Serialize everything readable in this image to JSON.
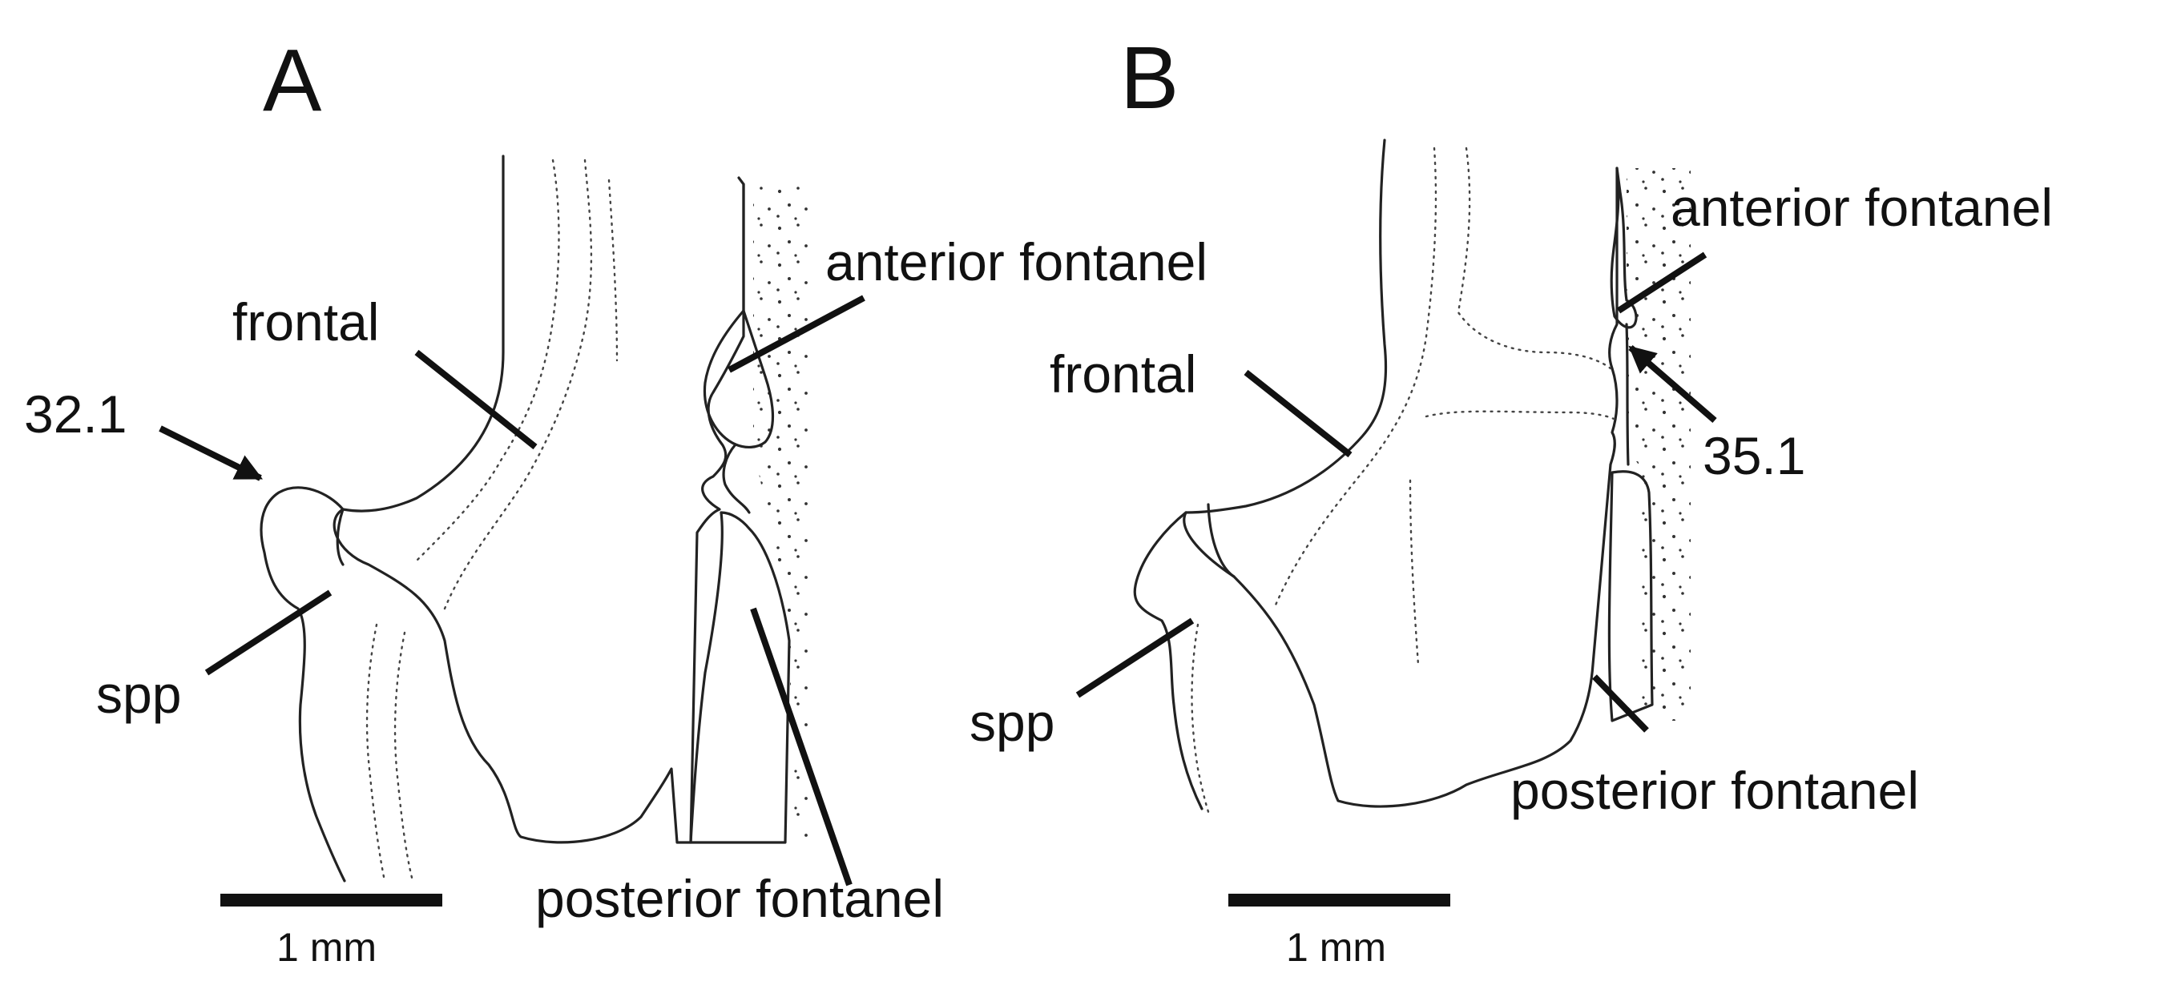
{
  "panels": [
    {
      "letter": "A",
      "labels": {
        "frontal": "frontal",
        "anterior_fontanel": "anterior fontanel",
        "posterior_fontanel": "posterior fontanel",
        "spp": "spp",
        "character": "32.1"
      },
      "scale_bar": "1 mm"
    },
    {
      "letter": "B",
      "labels": {
        "frontal": "frontal",
        "anterior_fontanel": "anterior fontanel",
        "posterior_fontanel": "posterior fontanel",
        "spp": "spp",
        "character": "35.1"
      },
      "scale_bar": "1 mm"
    }
  ],
  "colors": {
    "ink": "#111111",
    "stipple": "#333333",
    "background": "#ffffff"
  }
}
